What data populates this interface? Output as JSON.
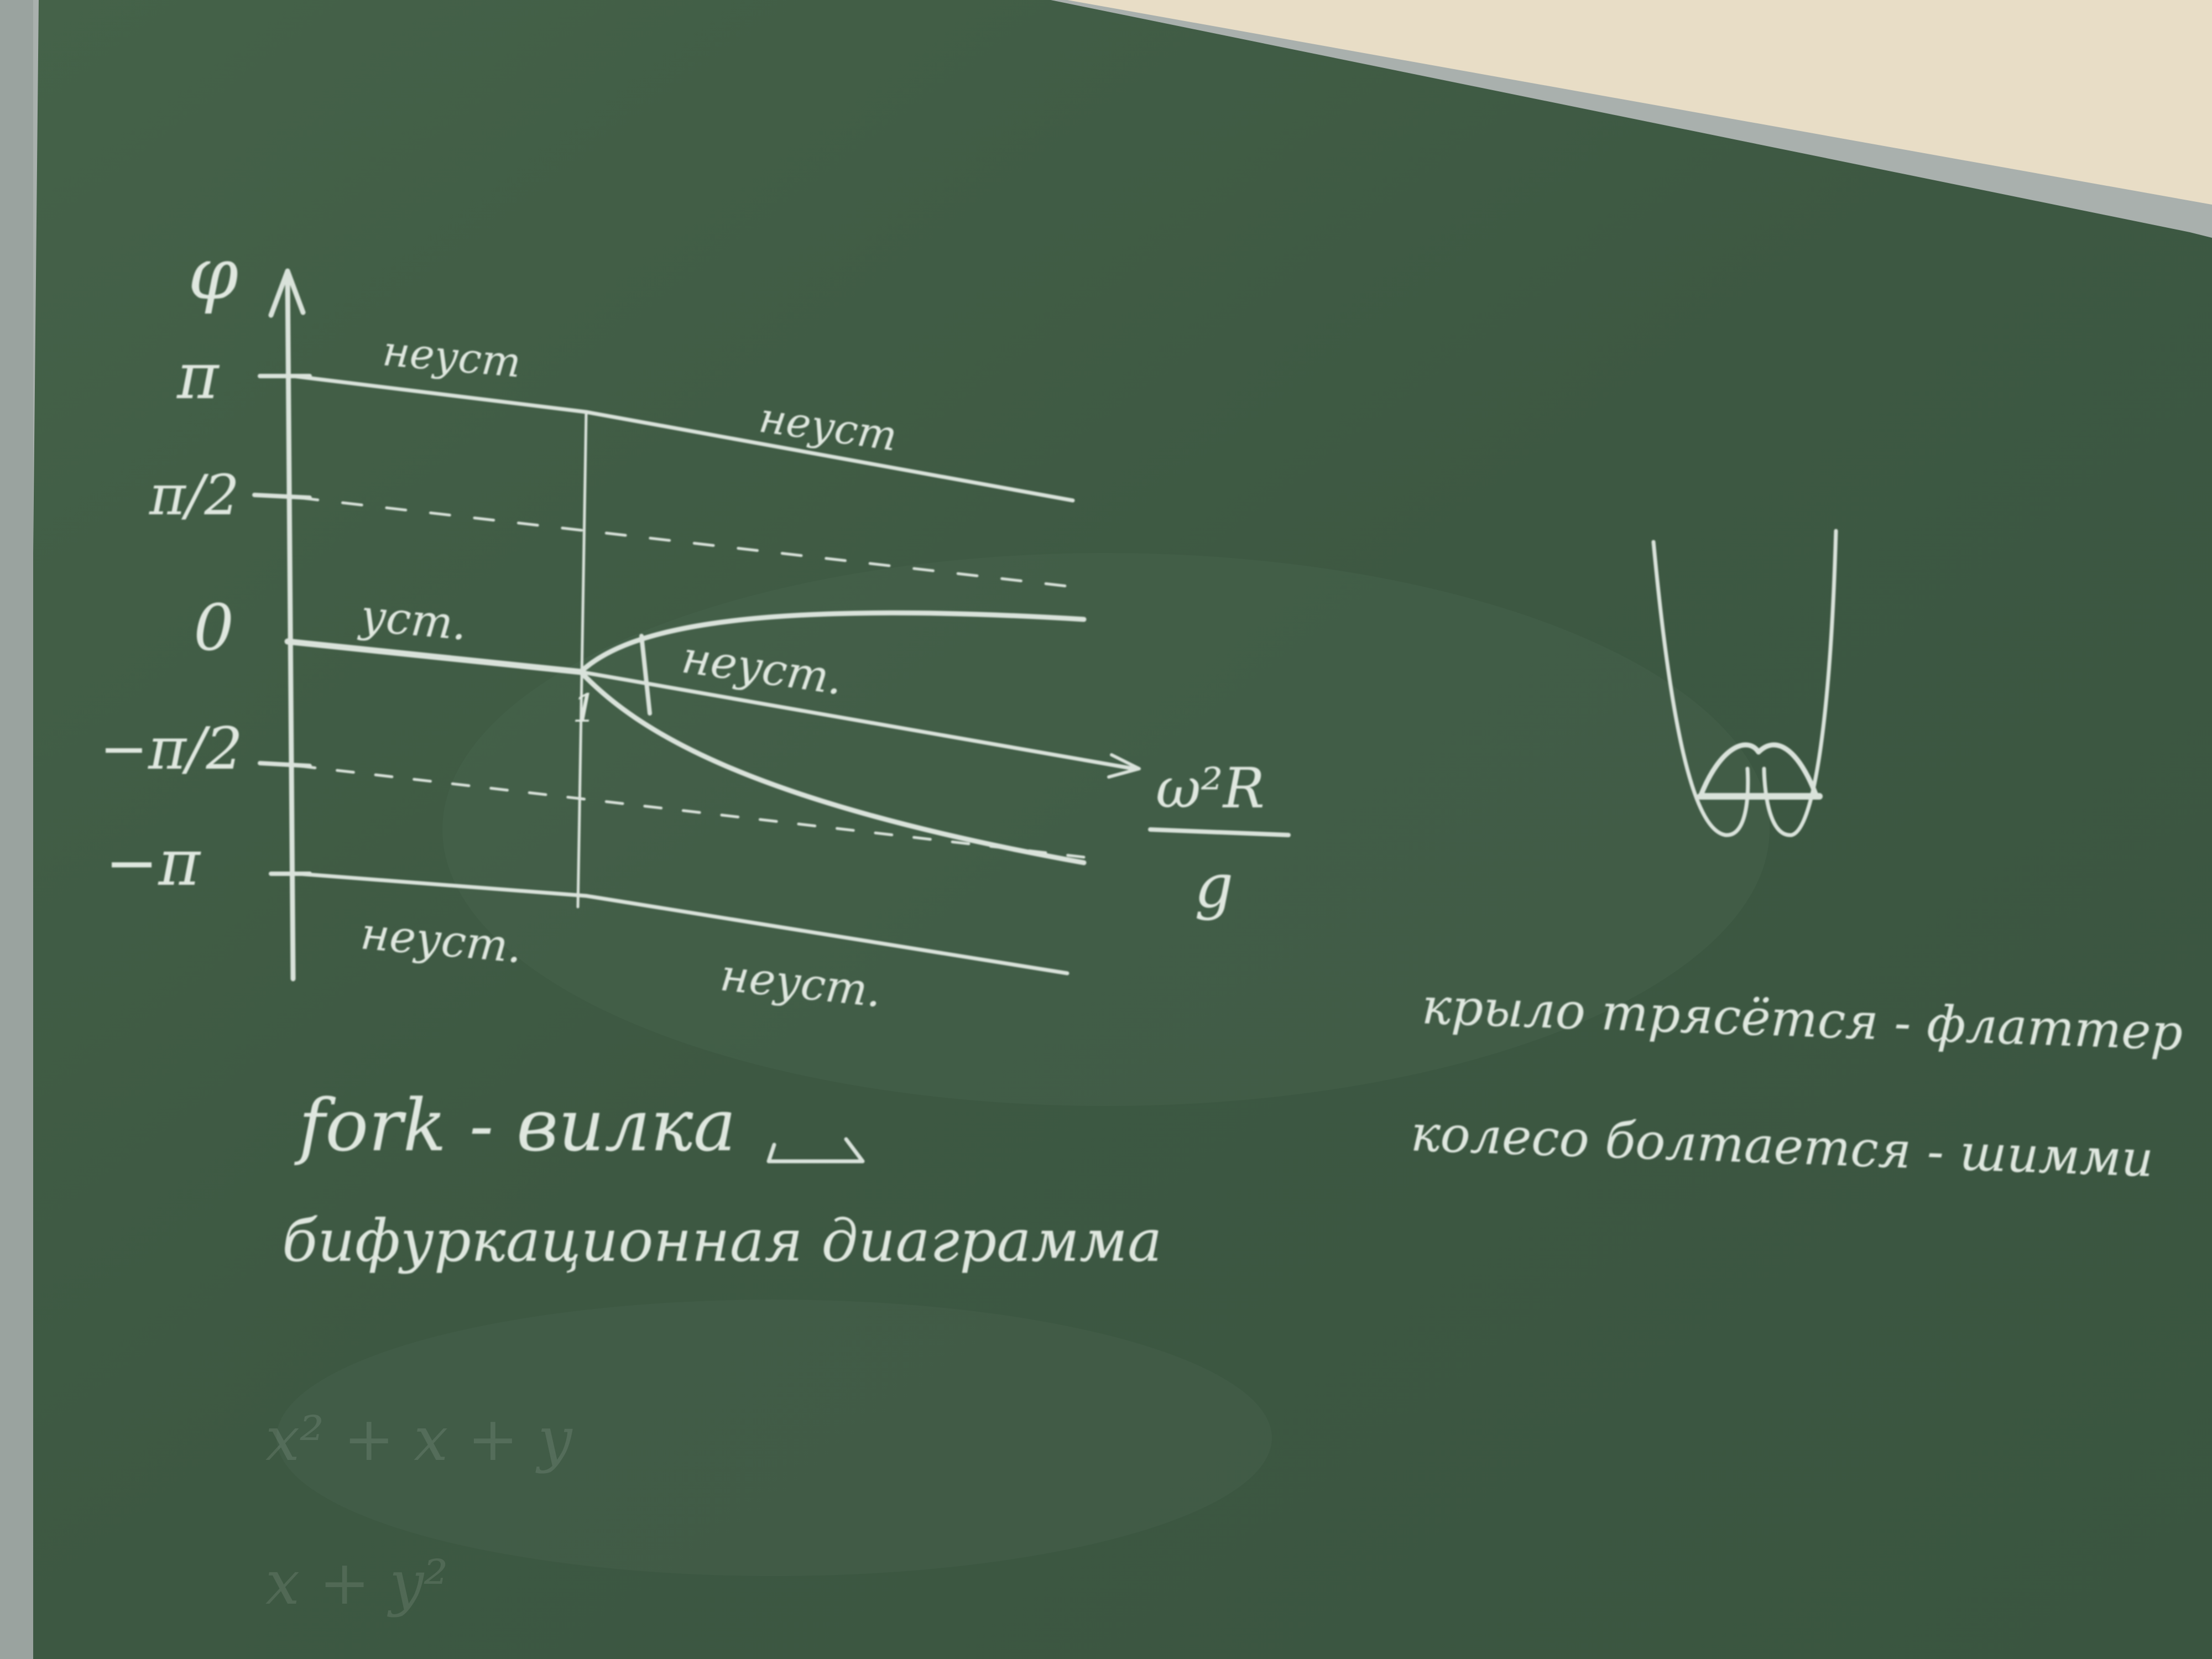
{
  "board": {
    "colors": {
      "board": "#3f5a44",
      "chalk": "#d9e2da",
      "frame": "#a9b0ad",
      "wall": "#e8ddc6"
    }
  },
  "diagram": {
    "axis_label": "φ",
    "ticks": [
      "π",
      "π/2",
      "0",
      "−π/2",
      "−π"
    ],
    "xlabel_num": "ω²R",
    "xlabel_den": "g",
    "critical_mark": "1",
    "stability": {
      "top_left": "неуст",
      "top_right": "неуст",
      "middle_left": "уст.",
      "middle_right": "неуст.",
      "bottom_left": "неуст.",
      "bottom_right": "неуст."
    }
  },
  "notes": {
    "fork": "fork - вилка",
    "bifurcation": "бифуркационная диаграмма",
    "flutter": "крыло трясётся - флаттер",
    "shimmy": "колесо болтается - шимми"
  }
}
